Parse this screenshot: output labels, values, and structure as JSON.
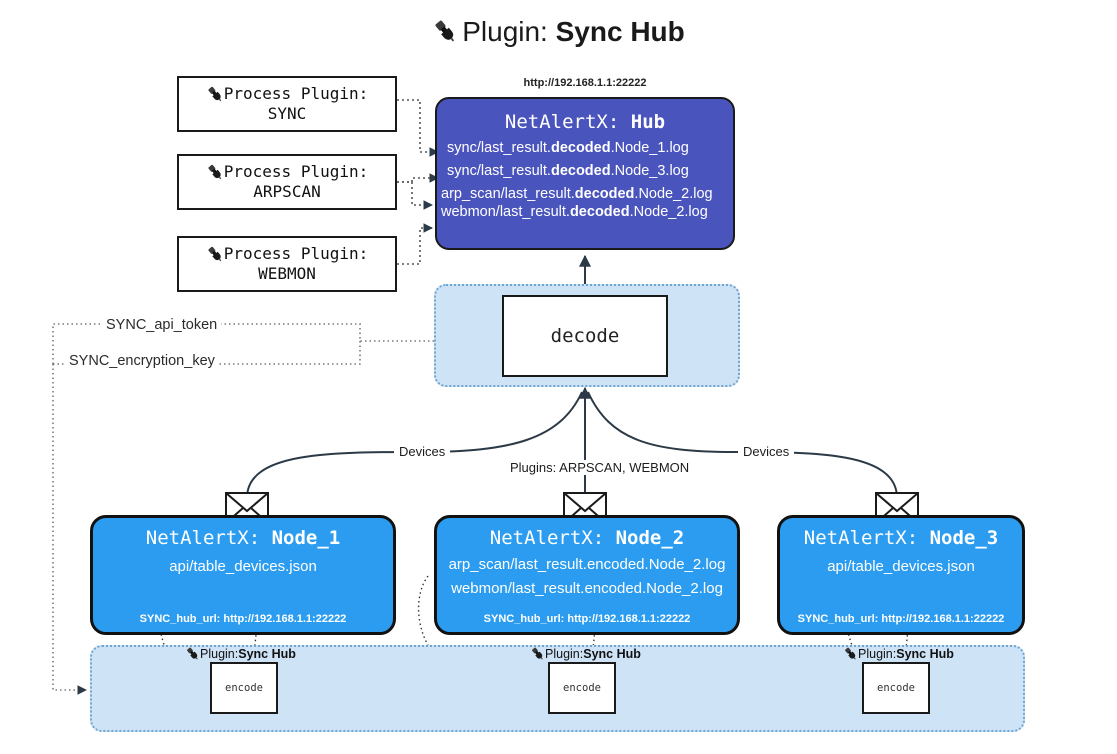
{
  "title": {
    "icon": "plug-icon",
    "prefix": "Plugin: ",
    "name": "Sync Hub"
  },
  "process_plugins": [
    {
      "icon": "plug-icon",
      "line1": "Process Plugin:",
      "line2": "SYNC"
    },
    {
      "icon": "plug-icon",
      "line1": "Process Plugin:",
      "line2": "ARPSCAN"
    },
    {
      "icon": "plug-icon",
      "line1": "Process Plugin:",
      "line2": "WEBMON"
    }
  ],
  "hub": {
    "url": "http://192.168.1.1:22222",
    "title_prefix": "NetAlertX: ",
    "title_name": "Hub",
    "logs": [
      {
        "pre": "sync/last_result.",
        "mid": "decoded",
        "post": ".Node_1.log"
      },
      {
        "pre": "sync/last_result.",
        "mid": "decoded",
        "post": ".Node_3.log"
      },
      {
        "pre": "arp_scan/last_result.",
        "mid": "decoded",
        "post": ".Node_2.log"
      },
      {
        "pre": "webmon/last_result.",
        "mid": "decoded",
        "post": ".Node_2.log"
      }
    ]
  },
  "decode": {
    "label": "decode"
  },
  "tokens": {
    "api_token": "SYNC_api_token",
    "encryption_key": "SYNC_encryption_key"
  },
  "edge_labels": {
    "devices_left": "Devices",
    "devices_right": "Devices",
    "plugins_center": "Plugins: ARPSCAN, WEBMON"
  },
  "nodes": [
    {
      "title_prefix": "NetAlertX: ",
      "title_name": "Node_1",
      "lines": [
        "api/table_devices.json"
      ],
      "footer": "SYNC_hub_url: http://192.168.1.1:22222",
      "envelope_icon": "envelope-icon"
    },
    {
      "title_prefix": "NetAlertX: ",
      "title_name": "Node_2",
      "lines": [
        "arp_scan/last_result.encoded.Node_2.log",
        "webmon/last_result.encoded.Node_2.log"
      ],
      "footer": "SYNC_hub_url: http://192.168.1.1:22222",
      "envelope_icon": "envelope-icon"
    },
    {
      "title_prefix": "NetAlertX: ",
      "title_name": "Node_3",
      "lines": [
        "api/table_devices.json"
      ],
      "footer": "SYNC_hub_url: http://192.168.1.1:22222",
      "envelope_icon": "envelope-icon"
    }
  ],
  "encode_sections": [
    {
      "icon": "plug-icon",
      "label_prefix": "Plugin: ",
      "label_name": "Sync Hub",
      "box_label": "encode"
    },
    {
      "icon": "plug-icon",
      "label_prefix": "Plugin: ",
      "label_name": "Sync Hub",
      "box_label": "encode"
    },
    {
      "icon": "plug-icon",
      "label_prefix": "Plugin: ",
      "label_name": "Sync Hub",
      "box_label": "encode"
    }
  ],
  "colors": {
    "hub_fill": "#4a54bd",
    "node_fill": "#2b9cf0",
    "container_fill": "#cfe3f7",
    "container_border": "#6fa4cf",
    "stroke": "#1a1a1a",
    "background": "#ffffff"
  }
}
